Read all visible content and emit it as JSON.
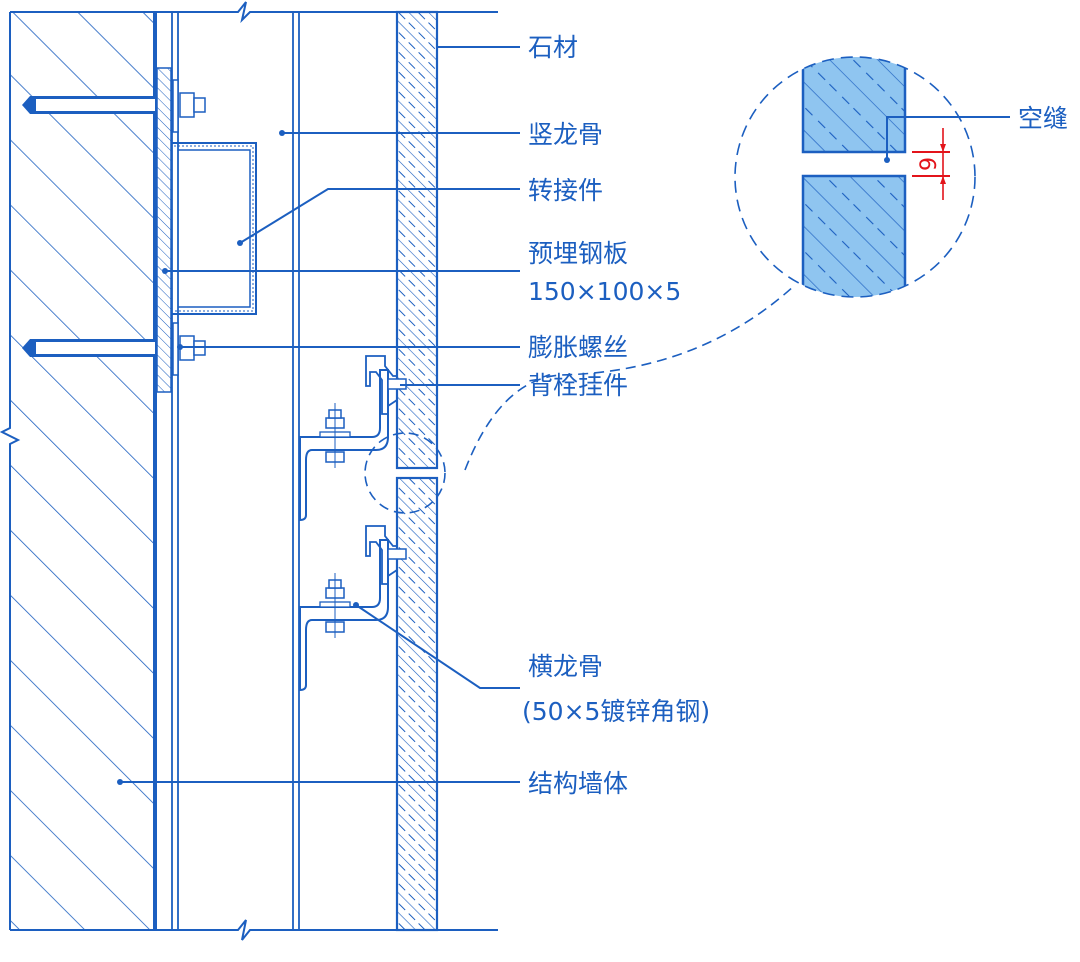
{
  "title": "石材幕墙背栓挂件节点",
  "colors": {
    "line": "#1c5fc0",
    "fill": "#8fc5f0",
    "dimension": "#e3141b"
  },
  "labels": {
    "stone": "石材",
    "vertical_keel": "竖龙骨",
    "adapter": "转接件",
    "embedded_plate": "预埋钢板",
    "embedded_plate_size": "150×100×5",
    "expansion_bolt": "膨胀螺丝",
    "back_bolt_hanger": "背栓挂件",
    "horizontal_keel": "横龙骨",
    "horizontal_keel_spec": "(50×5镀锌角钢)",
    "structural_wall": "结构墙体",
    "open_joint": "空缝"
  },
  "detail": {
    "joint_width": "6"
  }
}
